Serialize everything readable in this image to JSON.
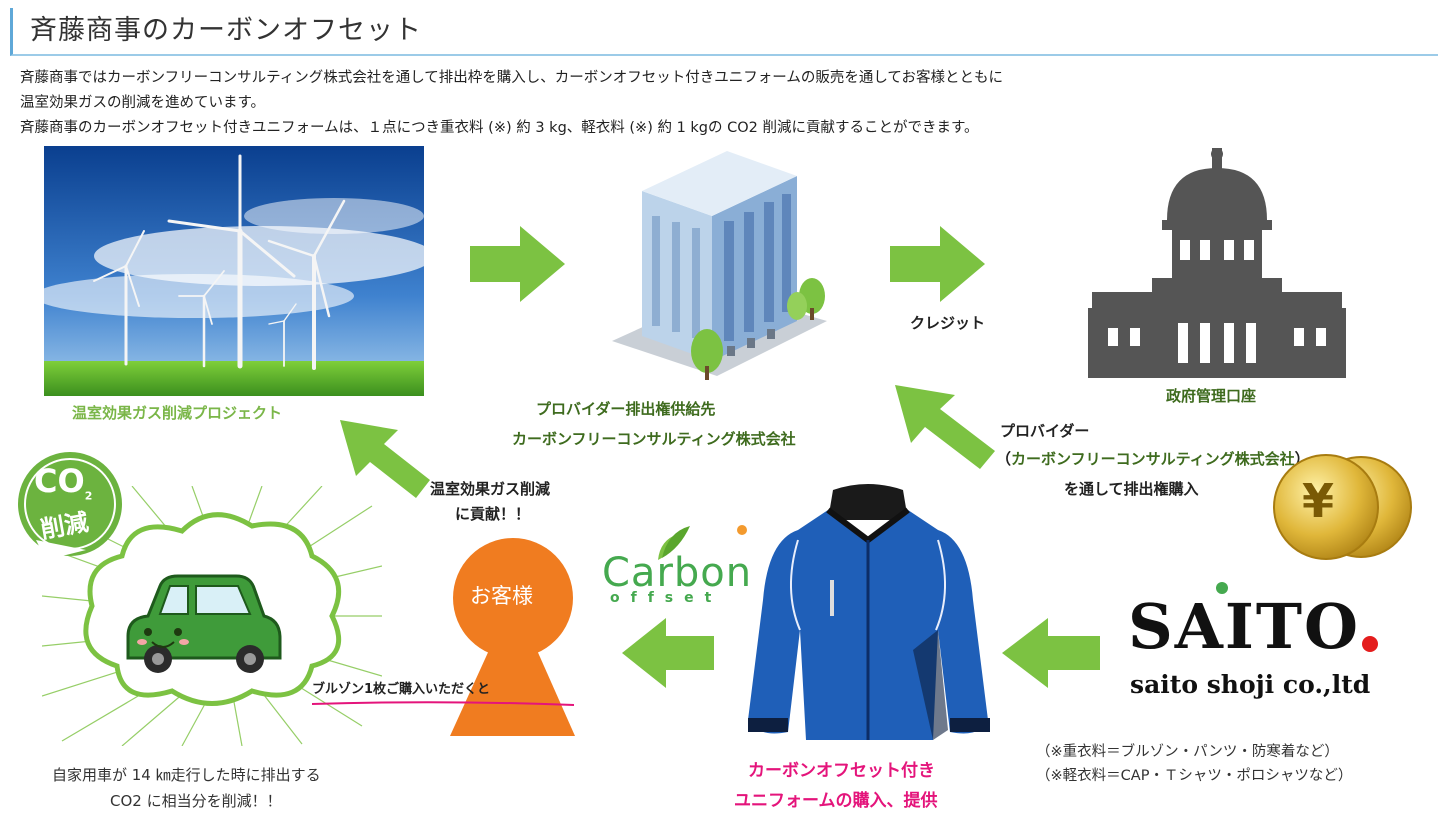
{
  "title": "斉藤商事のカーボンオフセット",
  "intro": {
    "line1": "斉藤商事ではカーボンフリーコンサルティング株式会社を通して排出枠を購入し、カーボンオフセット付きユニフォームの販売を通してお客様とともに",
    "line2": "温室効果ガスの削減を進めています。",
    "line3": "斉藤商事のカーボンオフセット付きユニフォームは、１点につき重衣料 (※) 約 3 kg、軽衣料 (※) 約 1 kgの CO2 削減に貢献することができます。"
  },
  "project_label": "温室効果ガス削減プロジェクト",
  "provider": {
    "line1": "プロバイダー排出権供給先",
    "line2": "カーボンフリーコンサルティング株式会社"
  },
  "credit_label": "クレジット",
  "government_label": "政府管理口座",
  "provider_purchase": {
    "line1": "プロバイダー",
    "line2_open": "（",
    "line2_company": "カーボンフリーコンサルティング株式会社",
    "line2_close": "）",
    "line3": "を通して排出権購入"
  },
  "yen_symbol": "¥",
  "contribution": {
    "line1": "温室効果ガス削減",
    "line2": "に貢献！！"
  },
  "co2_badge": {
    "top": "CO",
    "sub": "2",
    "bottom": "削減"
  },
  "customer_label": "お客様",
  "buy_label": "ブルゾン1枚ご購入いただくと",
  "carbon_logo": {
    "main": "Carbon",
    "sub": "offset"
  },
  "car_note": {
    "line1": "自家用車が 14 ㎞走行した時に排出する",
    "line2": "CO2 に相当分を削減！！"
  },
  "saito_logo": {
    "main": "SAITO",
    "sub": "saito shoji co.,ltd"
  },
  "uniform_label": {
    "line1": "カーボンオフセット付き",
    "line2": "ユニフォームの購入、提供"
  },
  "notes": {
    "heavy": "（※重衣料＝ブルゾン・パンツ・防寒着など）",
    "light": "（※軽衣料＝CAP・Ｔシャツ・ポロシャツなど）"
  },
  "colors": {
    "arrow_green": "#7cc242",
    "label_green": "#7ab648",
    "dark_green": "#3e6b1e",
    "customer_orange": "#f07c20",
    "jacket_blue": "#1f5fb8",
    "pink": "#e4147b",
    "building_gray": "#555555"
  },
  "icons": [
    "wind-turbine-photo",
    "office-building-icon",
    "government-building-icon",
    "yen-coin-icon",
    "car-icon",
    "jacket-icon",
    "customer-icon",
    "arrow-right-icon",
    "arrow-left-icon",
    "arrow-up-left-icon"
  ]
}
